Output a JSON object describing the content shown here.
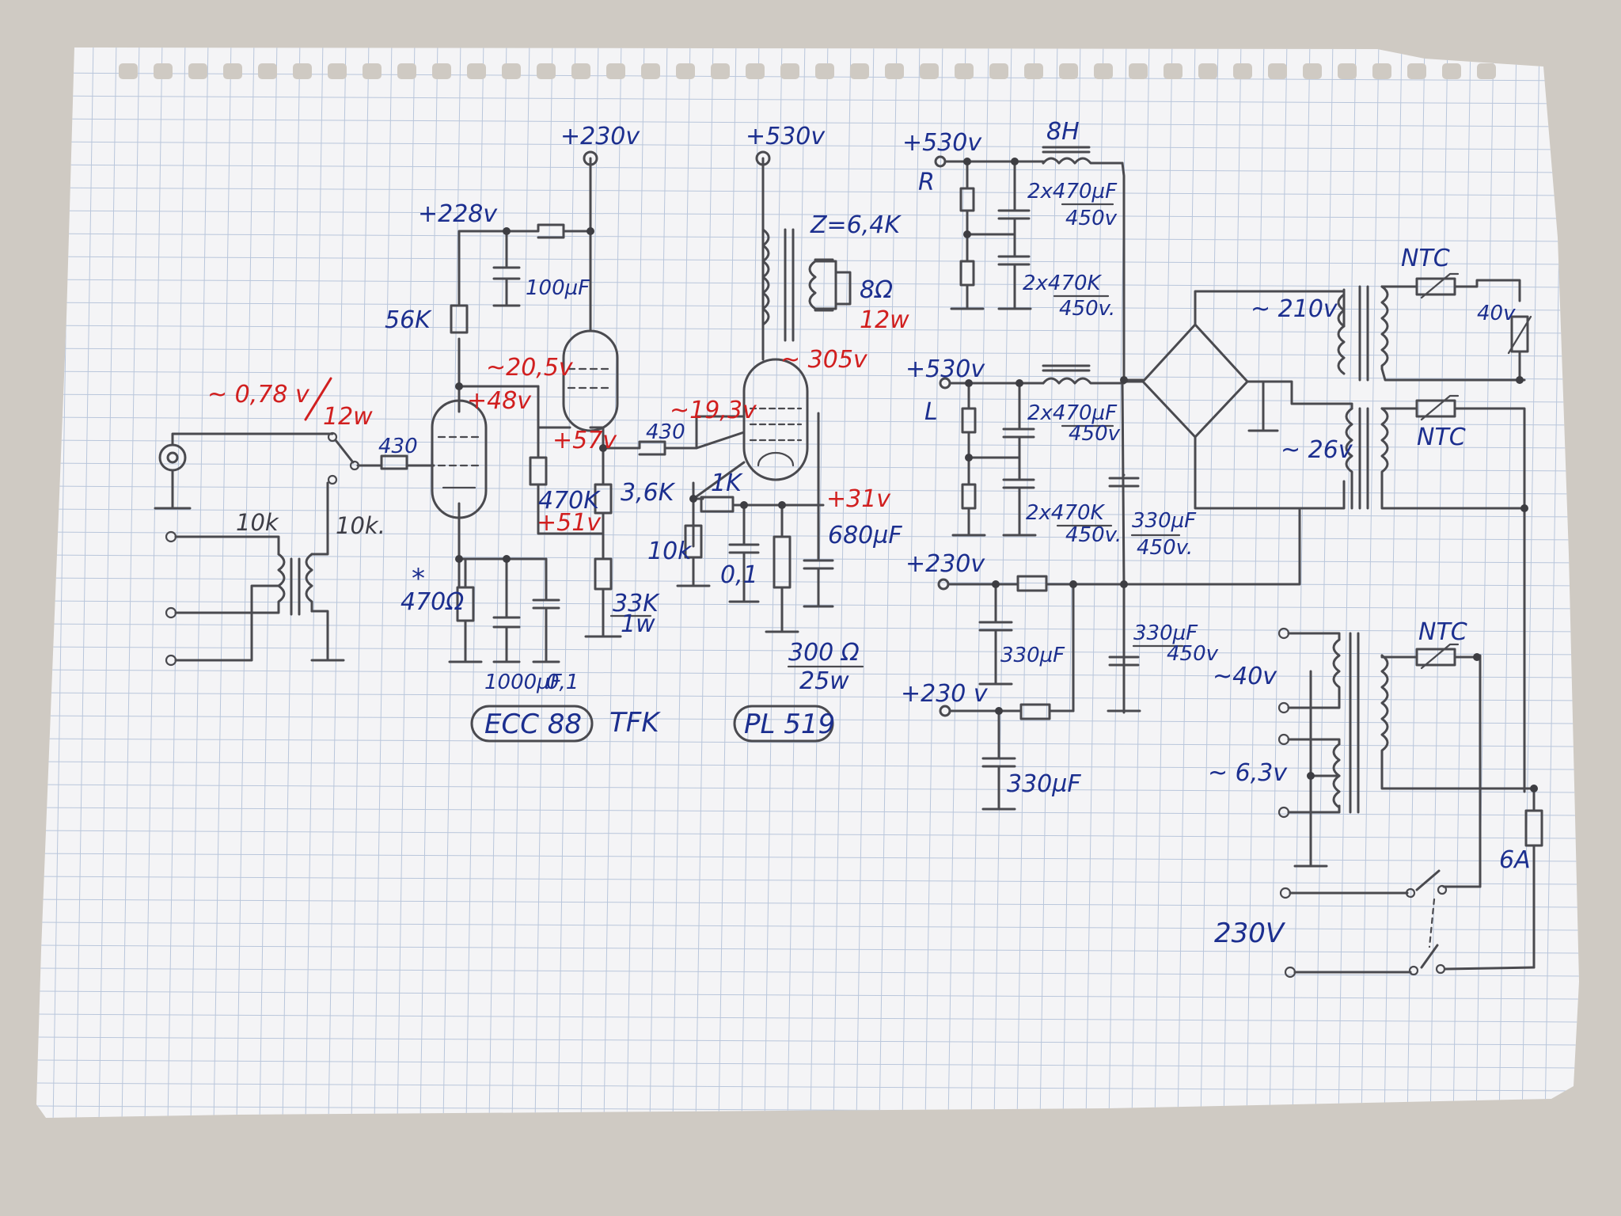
{
  "labels": {
    "v_plus_230_top": "+230v",
    "v_plus_530_top": "+530v",
    "v_plus_530_ps": "+530v",
    "v_228": "+228v",
    "z_impedance": "Z=6,4K",
    "speaker_ohm": "8Ω",
    "speaker_w": "12w",
    "cap_100uf": "100µF",
    "r_56k": "56K",
    "ac_205": "~20,5v",
    "v_48": "+48v",
    "input_level": "~ 0,78 v",
    "input_power": "12w",
    "r_430_a": "430",
    "r_430_b": "430",
    "ac_193": "~19,3v",
    "ac_305": "~ 305v",
    "v_57": "+57v",
    "r_470k": "470K",
    "r_36k": "3,6K",
    "v_51": "+51v",
    "r_1k": "1K",
    "v_31": "+31v",
    "cap_680": "680µF",
    "r_10k_pot": "10k",
    "cap_01": "0,1",
    "r_33k": "33K",
    "r_33k_w": "1w",
    "r_300": "300 Ω",
    "r_300_w": "25w",
    "tr_10k_a": "10k",
    "tr_10k_b": "10k.",
    "asterisk": "*",
    "r_470": "470Ω",
    "cap_1000": "1000µF",
    "cap_01b": "0,1",
    "tube_ecc88": "ECC 88",
    "tfk": "TFK",
    "tube_pl519": "PL 519",
    "ch_r": "R",
    "ch_l": "L",
    "v_plus_530_l": "+530v",
    "choke_8h": "8H",
    "cap_2x470_a": "2x470µF",
    "cap_2x470_a_v": "450v",
    "res_2x470k_a": "2x470K",
    "res_2x470k_a_v": "450v.",
    "cap_2x470_b": "2x470µF",
    "cap_2x470_b_v": "450v",
    "res_2x470k_b": "2x470K",
    "res_2x470k_b_v": "450v.",
    "cap_330_450": "330µF",
    "cap_330_450_v": "450v.",
    "v_plus_230_ps": "+230v",
    "v_plus_230_ps2": "+230 v",
    "cap_330_a": "330µF",
    "cap_330_b": "330µF",
    "cap_330_450b": "330µF",
    "cap_330_450b_v": "450v",
    "ac_210": "~ 210v",
    "ac_26": "~ 26v",
    "ntc_top": "NTC",
    "ntc_mid": "NTC",
    "vdr_40v": "40v",
    "ac_40": "~40v",
    "ac_63": "~ 6,3v",
    "ntc_bottom": "NTC",
    "fuse_6a": "6A",
    "mains": "230V"
  },
  "colors": {
    "wire": "#4a4a4f",
    "blue_ink": "#1c2f8f",
    "red_ink": "#d11f1f",
    "paper": "#f4f4f6",
    "grid": "#b9c6db",
    "table": "#cfcac3"
  }
}
